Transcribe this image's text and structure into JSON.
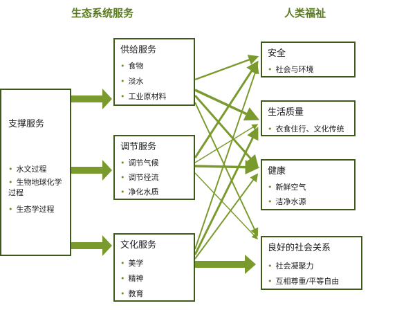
{
  "titles": {
    "left": "生态系统服务",
    "right": "人类福祉"
  },
  "support": {
    "title": "支撑服务",
    "items": [
      "水文过程",
      "生物地球化学过程",
      "生态学过程"
    ]
  },
  "services": [
    {
      "title": "供给服务",
      "items": [
        "食物",
        "淡水",
        "工业原材料"
      ]
    },
    {
      "title": "调节服务",
      "items": [
        "调节气候",
        "调节径流",
        "净化水质"
      ]
    },
    {
      "title": "文化服务",
      "items": [
        "美学",
        "精神",
        "教育"
      ]
    }
  ],
  "wellbeing": [
    {
      "title": "安全",
      "items": [
        "社会与环境"
      ]
    },
    {
      "title": "生活质量",
      "items": [
        "衣食住行、文化传统"
      ]
    },
    {
      "title": "健康",
      "items": [
        "新鲜空气",
        "洁净水源"
      ]
    },
    {
      "title": "良好的社会关系",
      "items": [
        "社会凝聚力",
        "互相尊重/平等自由"
      ]
    }
  ],
  "colors": {
    "arrow": "#7a9a2e",
    "border": "#3e5a1a",
    "title": "#5a7a20"
  }
}
